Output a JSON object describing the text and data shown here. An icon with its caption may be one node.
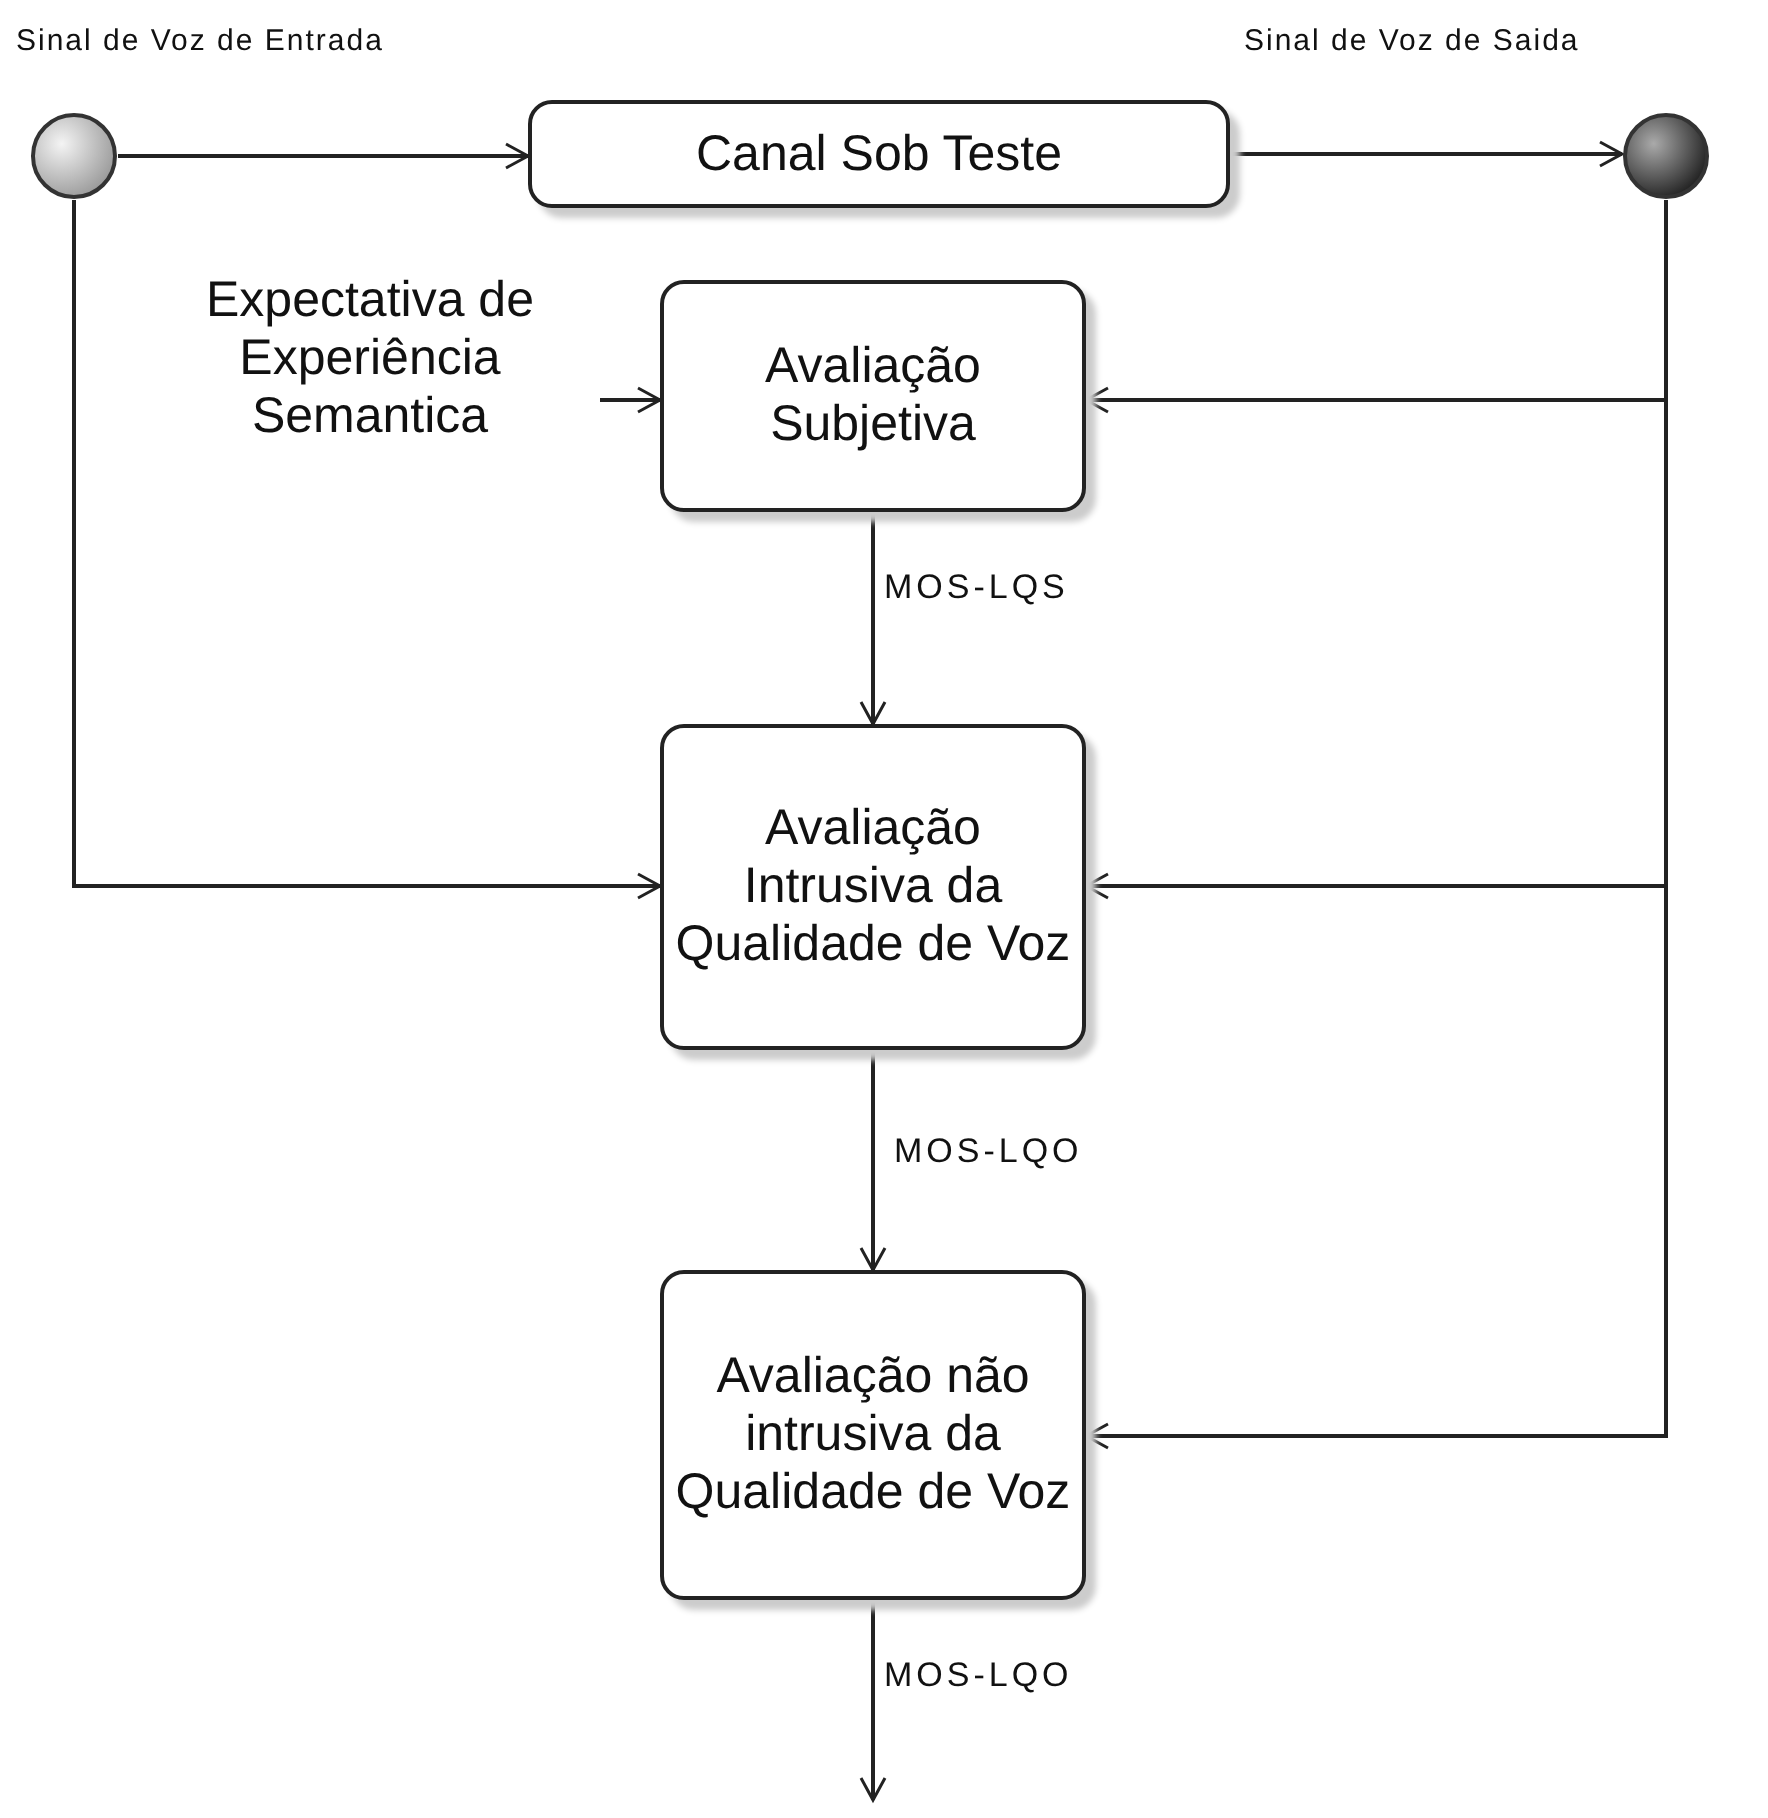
{
  "diagram": {
    "nodes": [
      {
        "text": [],
        "shape": "circle",
        "beside": [
          "Sinal de Voz de Entrada"
        ]
      },
      {
        "text": [
          "Canal Sob Teste"
        ]
      },
      {
        "text": [],
        "shape": "circle",
        "beside": [
          "Sinal de Voz de Saida"
        ]
      },
      {
        "text": [
          "Expectativa de Experiência Semantica"
        ]
      },
      {
        "text": [
          "Avaliação Subjetiva"
        ]
      },
      {
        "text": [
          "Avaliação Intrusiva da Qualidade de Voz"
        ]
      },
      {
        "text": [
          "Avaliação não intrusiva da Qualidade de Voz"
        ]
      }
    ],
    "edges": [
      {
        "from": 0,
        "to": 1,
        "arrow": "to"
      },
      {
        "from": 1,
        "to": 2,
        "arrow": "to"
      },
      {
        "from": 3,
        "to": 4,
        "arrow": "to"
      },
      {
        "from": 2,
        "to": 4,
        "arrow": "to"
      },
      {
        "from": 4,
        "to": 5,
        "arrow": "to",
        "label": "MOS-LQS"
      },
      {
        "from": 0,
        "to": 5,
        "arrow": "to"
      },
      {
        "from": 2,
        "to": 5,
        "arrow": "to"
      },
      {
        "from": 5,
        "to": 6,
        "arrow": "to",
        "label": "MOS-LQO"
      },
      {
        "from": 2,
        "to": 6,
        "arrow": "to"
      },
      {
        "from": 6,
        "to": null,
        "arrow": "to",
        "label": "MOS-LQO"
      }
    ]
  }
}
